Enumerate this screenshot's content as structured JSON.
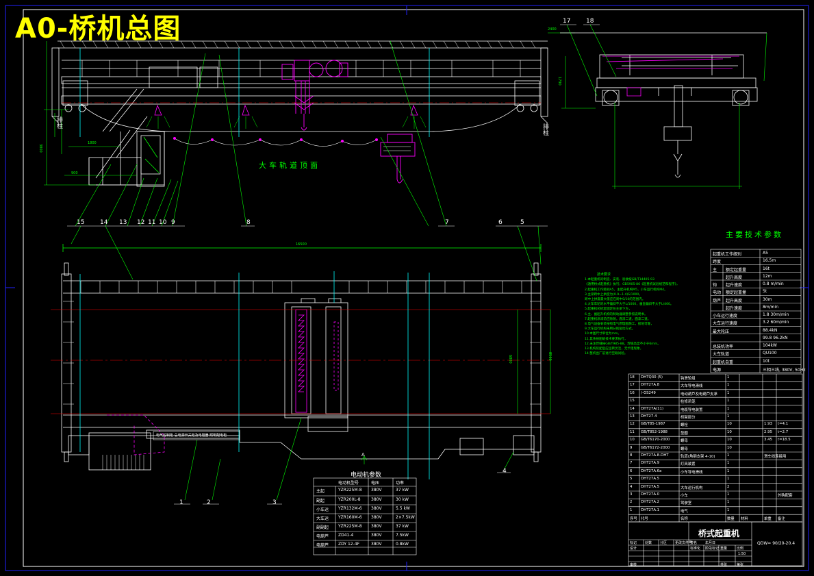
{
  "title": "A0-桥机总图",
  "view_main": {
    "rail_label": "大车轨道顶面",
    "column_label_left": "排柱",
    "column_label_right": "排柱",
    "dims": {
      "top_right": "2400",
      "left_height": "3800",
      "cabin_w1": "1800",
      "cabin_w2": "900",
      "side_w": "1790"
    },
    "callouts_top": [
      "17",
      "18"
    ]
  },
  "view_plan": {
    "callouts": [
      "15",
      "14",
      "13",
      "12",
      "11",
      "10",
      "9",
      "8",
      "7",
      "6",
      "5",
      "4",
      "3",
      "2",
      "1"
    ],
    "span_dim": "16500",
    "inner_dim": "6800",
    "right_dim": "8500",
    "section_mark": "A"
  },
  "tech_params": {
    "heading": "主要技术参数",
    "rows": [
      [
        "起重机工作级别",
        "",
        "A5"
      ],
      [
        "跨度",
        "",
        "16.5m"
      ],
      [
        "主",
        "额定起重量",
        "16t"
      ],
      [
        "",
        "起升高度",
        "12m"
      ],
      [
        "钩",
        "起升速度",
        "0.8 m/min"
      ],
      [
        "电动",
        "额定起重量",
        "5t"
      ],
      [
        "葫芦",
        "起升高度",
        "30m"
      ],
      [
        "",
        "起升速度",
        "8m/min"
      ],
      [
        "小车运行速度",
        "",
        "1.8 30m/min"
      ],
      [
        "大车运行速度",
        "",
        "3.2 60m/min"
      ],
      [
        "最大轮压",
        "",
        "88.4kN"
      ],
      [
        "",
        "",
        "99.8 96.2kN"
      ],
      [
        "总装机功率",
        "",
        "104kW"
      ],
      [
        "大车轨道",
        "",
        "QU100"
      ],
      [
        "起重机自重",
        "",
        "10t"
      ],
      [
        "电源",
        "",
        "三相三线, 380V, 50Hz"
      ]
    ]
  },
  "notes": {
    "heading": "技术要求",
    "lines": [
      "1.本起重机的制造、安装、验收按GB/T14405-93",
      "《通用桥式起重机》执行，GB5905-86《起重机试验规范和程序》，",
      "2.起重机工作级别A5，主起升机构M5，小车运行机构M4。",
      "3.主梁跨中上拱度为(0.9~1.4)S/1000，",
      "  跨中上拱度最大值应在跨中S/10的范围内。",
      "4.大车车轮的水平偏斜不大于L/1000，垂直偏斜不大于L/400。",
      "5.起重机司机室固定在主梁下方，",
      "6.主、副起升机构的制动器调整参照说明书。",
      "7.起重机涂漆前应除锈，底漆二道，面漆二道。",
      "8.电气设备安装按照电气原理图施工，接地可靠，",
      "9.大车运行机构采用分别驱动方式。",
      "10.本图尺寸单位为mm。",
      "11.其余按图纸技术要求执行，",
      "12.未注焊缝按GB/T985-88，焊缝高度不小于6mm。",
      "13.机构装配后应运转灵活，无卡阻现象，",
      "14.整机出厂前进行空载试验。"
    ]
  },
  "motor_params": {
    "heading": "电动机参数",
    "headers": [
      "",
      "电动机型号",
      "电压",
      "功率"
    ],
    "rows": [
      [
        "主起",
        "YZR225M-8",
        "380V",
        "37 kW"
      ],
      [
        "副起",
        "YZR200L-8",
        "380V",
        "30 kW"
      ],
      [
        "小车运",
        "YZR132M-6",
        "380V",
        "5.5 kW"
      ],
      [
        "大车运",
        "YZR160M-6",
        "380V",
        "2×7.5kW"
      ],
      [
        "副副起",
        "YZR225M-8",
        "380V",
        "37 kW"
      ],
      [
        "电葫芦",
        "ZD41-4",
        "380V",
        "7.5kW"
      ],
      [
        "电葫芦",
        "ZDY 12-4F",
        "380V",
        "0.8kW"
      ]
    ]
  },
  "bom": {
    "rows": [
      [
        "18",
        "DHTQ30 (5)",
        "钩滑轮组",
        "1",
        "",
        "",
        ""
      ],
      [
        "17",
        "DHT27A.8",
        "大车导电滑线",
        "1",
        "",
        "",
        ""
      ],
      [
        "16",
        "/-GS249",
        "电动葫芦及电葫芦支承",
        "1",
        "",
        "",
        ""
      ],
      [
        "15",
        "",
        "检修吊笼",
        "1",
        "",
        "",
        ""
      ],
      [
        "14",
        "DHT27A(11)",
        "电缆导电装置",
        "1",
        "",
        "",
        ""
      ],
      [
        "13",
        "DHT27.4",
        "桥架部分",
        "1",
        "",
        "",
        ""
      ],
      [
        "12",
        "GB/T85-1987",
        "螺栓",
        "10",
        "",
        "1.93",
        "t=4.1"
      ],
      [
        "11",
        "GB/T852-1988",
        "垫圈",
        "10",
        "",
        "2.95",
        "t=2.7"
      ],
      [
        "10",
        "GB/T6170-2000",
        "螺母",
        "10",
        "",
        "3.45",
        "t=18.5"
      ],
      [
        "9",
        "GB/T6172-2000",
        "螺母",
        "10",
        "",
        "",
        ""
      ],
      [
        "8",
        "DHT27A.8-DHT",
        "轨道(角钢支架 4-10)",
        "1",
        "",
        "滑车线连接用",
        ""
      ],
      [
        "7",
        "DHT27A.9",
        "灯具装置",
        "1",
        "",
        "",
        ""
      ],
      [
        "6",
        "DHT27A.6a",
        "小车导电滑线",
        "1",
        "",
        "",
        ""
      ],
      [
        "5",
        "DHT27A.5",
        "",
        "1",
        "",
        "",
        ""
      ],
      [
        "4",
        "DHT27A.5",
        "大车运行机构",
        "2",
        "",
        "",
        ""
      ],
      [
        "3",
        "DHT27A.0",
        "小车",
        "1",
        "",
        "",
        "外购配套"
      ],
      [
        "2",
        "DHT27A.2",
        "驾驶室",
        "1",
        "",
        "",
        ""
      ],
      [
        "1",
        "DHT27A.1",
        "电气",
        "1",
        "",
        "",
        ""
      ]
    ],
    "header": [
      "序号",
      "代号",
      "名称",
      "数量",
      "材料",
      "单重",
      "备注"
    ]
  },
  "title_block": {
    "drawing_name": "桥式起重机",
    "drawing_no": "QDW= 90/20-20.4",
    "labels": [
      "标记",
      "处数",
      "分区",
      "更改文件号",
      "签名",
      "年月日"
    ],
    "labels2": [
      "设计",
      "标准化",
      "阶段标记",
      "重量",
      "比例"
    ],
    "labels3": [
      "审核",
      "",
      "",
      "共张",
      "第张"
    ],
    "scale": "1:50"
  },
  "colors": {
    "background": "#000000",
    "frame": "#0000ff",
    "structure": "#ffffff",
    "dim": "#00ff00",
    "hidden": "#ff00ff",
    "center": "#ff0000",
    "axis": "#00ffff",
    "title": "#ffff00"
  }
}
